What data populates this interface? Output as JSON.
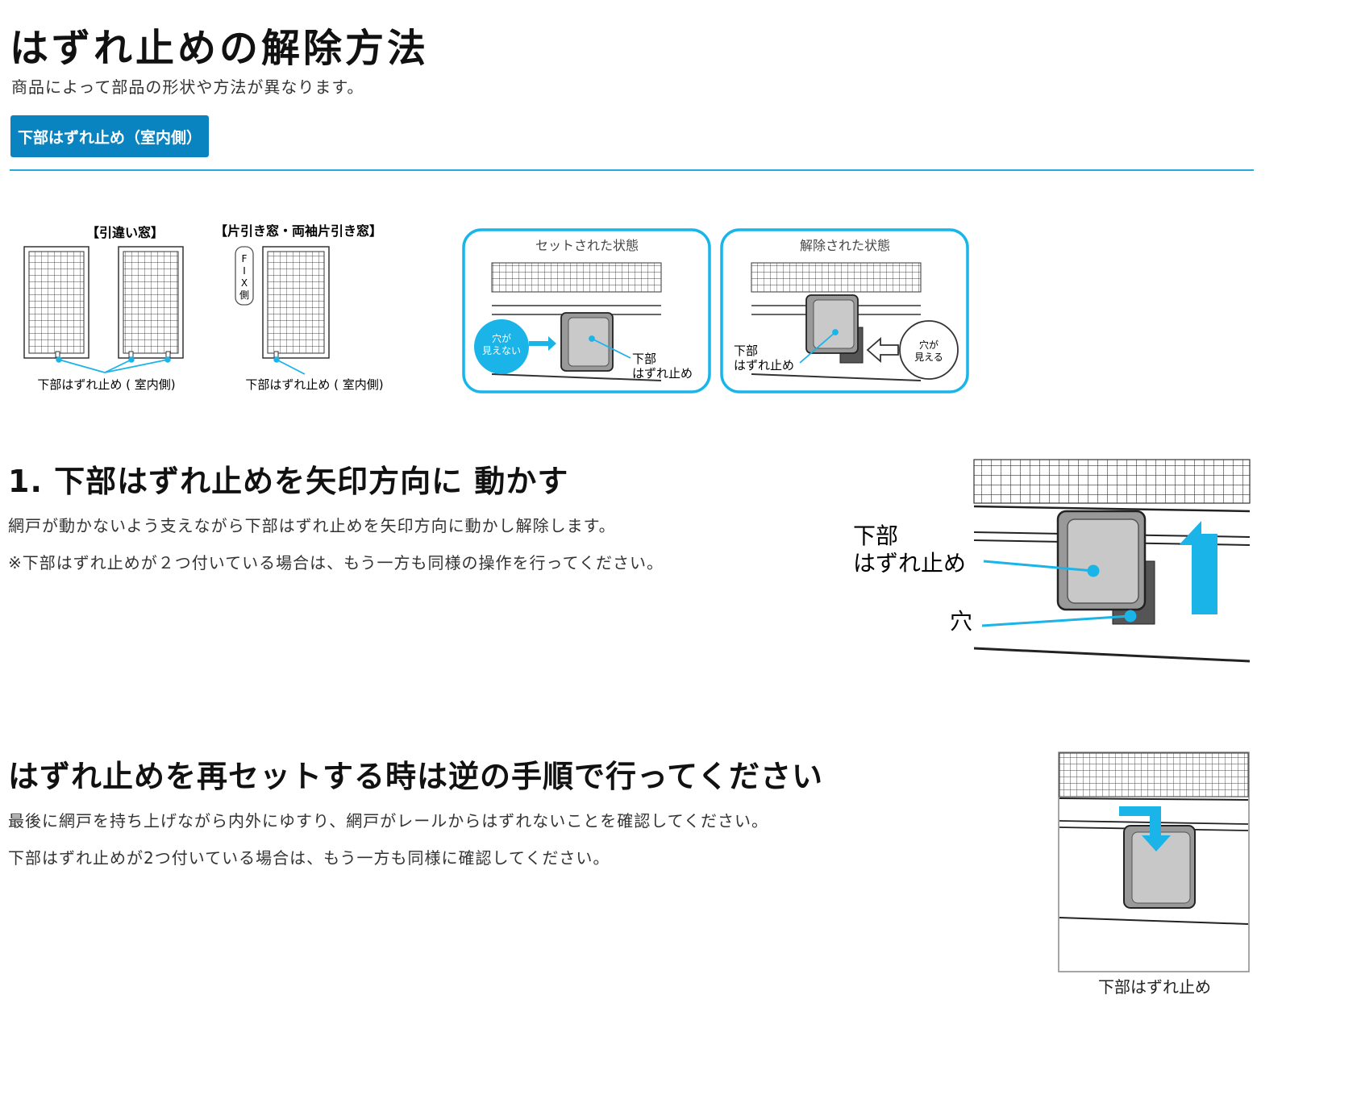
{
  "page": {
    "title": "はずれ止めの解除方法",
    "subtitle": "商品によって部品の形状や方法が異なります。"
  },
  "tab": {
    "label": "下部はずれ止め（室内側）"
  },
  "overview": {
    "window_a_label": "【引違い窓】",
    "window_b_label": "【片引き窓・両袖片引き窓】",
    "fix_label": "FIX側",
    "caption_a": "下部はずれ止め ( 室内側)",
    "caption_b": "下部はずれ止め ( 室内側)",
    "state_set_title": "セットされた状態",
    "state_set_hole_bubble_1": "穴が",
    "state_set_hole_bubble_2": "見えない",
    "state_set_part_1": "下部",
    "state_set_part_2": "はずれ止め",
    "state_released_title": "解除された状態",
    "state_released_part_1": "下部",
    "state_released_part_2": "はずれ止め",
    "state_released_hole_1": "穴が",
    "state_released_hole_2": "見える"
  },
  "step1": {
    "heading": "1. 下部はずれ止めを矢印方向に 動かす",
    "text": "網戸が動かないよう支えながら下部はずれ止めを矢印方向に動かし解除します。",
    "note": "※下部はずれ止めが２つ付いている場合は、もう一方も同様の操作を行ってください。",
    "fig_label_part_1": "下部",
    "fig_label_part_2": "はずれ止め",
    "fig_label_hole": "穴"
  },
  "reset": {
    "heading": "はずれ止めを再セットする時は逆の手順で行ってください",
    "text": "最後に網戸を持ち上げながら内外にゆすり、網戸がレールからはずれないことを確認してください。",
    "note": "下部はずれ止めが2つ付いている場合は、もう一方も同様に確認してください。",
    "fig_caption": "下部はずれ止め"
  },
  "colors": {
    "accent": "#0a84c0",
    "cyan": "#1ab4e8",
    "rule": "#2aa8dc"
  }
}
